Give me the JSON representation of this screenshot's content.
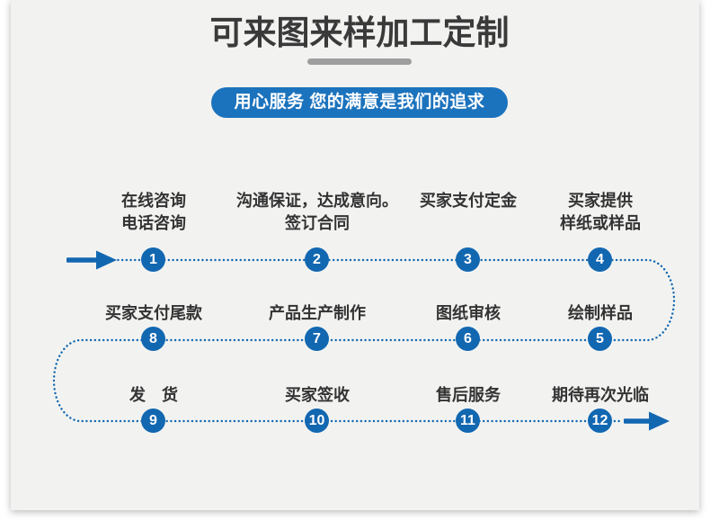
{
  "colors": {
    "accent_blue": "#1267b1",
    "banner_blue": "#1c73bd",
    "panel_bg": "#f2f3f1",
    "page_bg": "#ffffff",
    "title_color": "#3a3a3a",
    "label_color": "#333333",
    "underline_gray": "#9e9e9e"
  },
  "header": {
    "title": "可来图来样加工定制",
    "banner": "用心服务 您的满意是我们的追求"
  },
  "flow": {
    "start_arrow": "right-arrow",
    "end_arrow": "right-arrow",
    "steps": [
      {
        "num": "1",
        "label": "在线咨询\n电话咨询"
      },
      {
        "num": "2",
        "label": "沟通保证，达成意向。\n签订合同"
      },
      {
        "num": "3",
        "label": "买家支付定金"
      },
      {
        "num": "4",
        "label": "买家提供\n样纸或样品"
      },
      {
        "num": "5",
        "label": "绘制样品"
      },
      {
        "num": "6",
        "label": "图纸审核"
      },
      {
        "num": "7",
        "label": "产品生产制作"
      },
      {
        "num": "8",
        "label": "买家支付尾款"
      },
      {
        "num": "9",
        "label": "发　货"
      },
      {
        "num": "10",
        "label": "买家签收"
      },
      {
        "num": "11",
        "label": "售后服务"
      },
      {
        "num": "12",
        "label": "期待再次光临"
      }
    ]
  }
}
